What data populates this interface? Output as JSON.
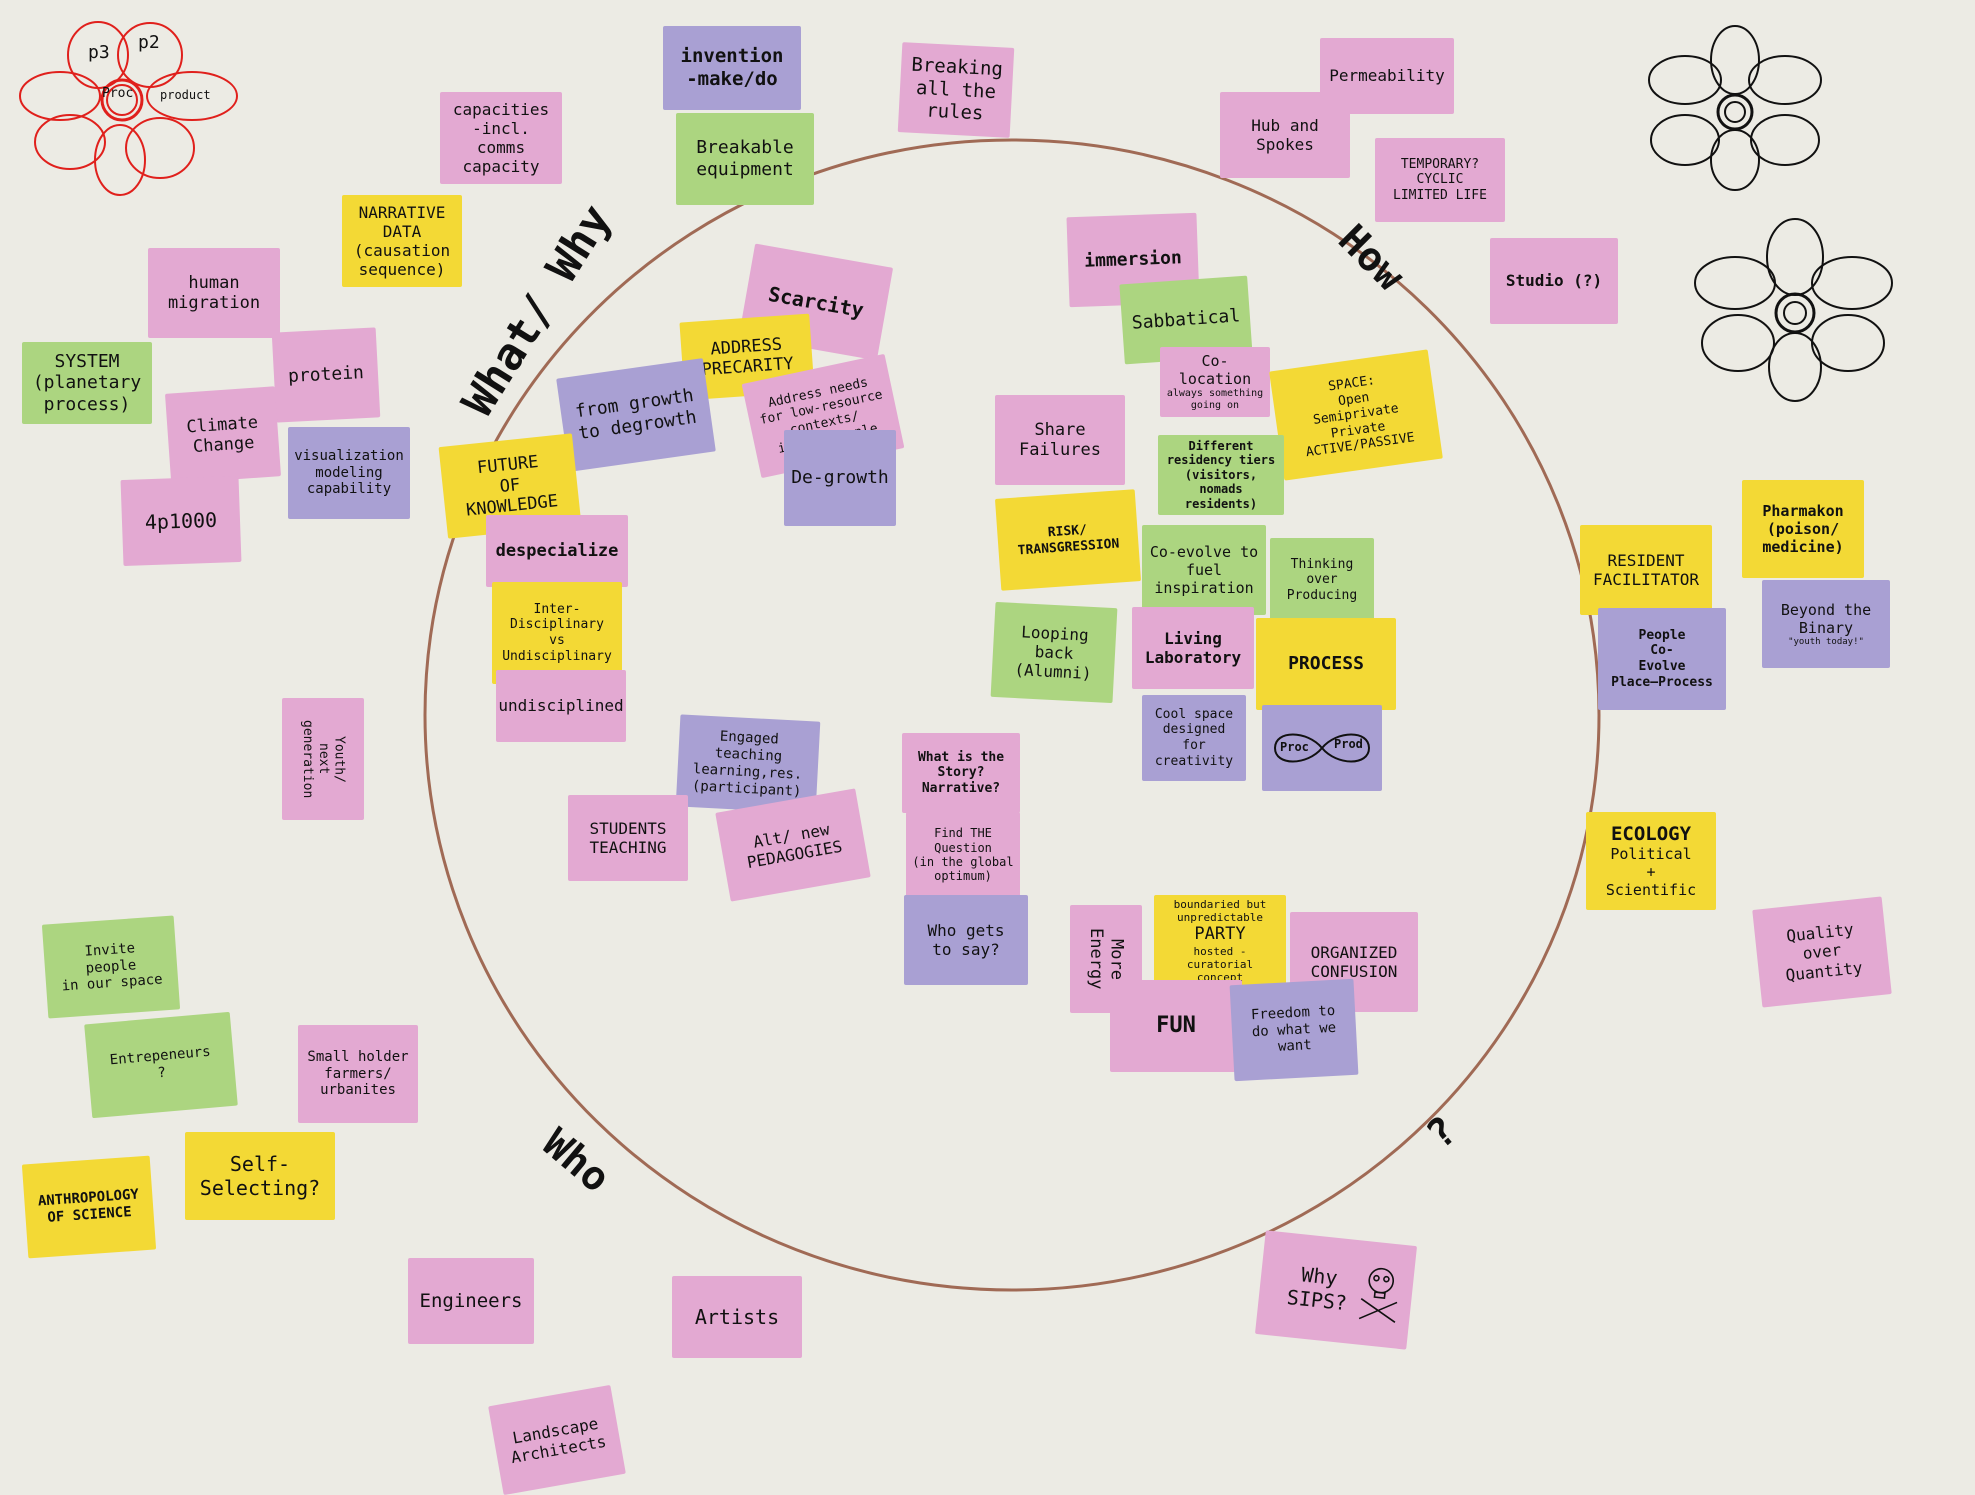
{
  "headings": {
    "what_why": "What/ Why",
    "how": "How",
    "who": "Who",
    "question": "?"
  },
  "doodle": {
    "p3": "p3",
    "p2": "p2",
    "proc": "Proc",
    "product": "product"
  },
  "notes": {
    "invention": "invention\n-make/do",
    "breaking": "Breaking\nall the\nrules",
    "breakable": "Breakable\nequipment",
    "capacities": "capacities\n-incl.\ncomms\ncapacity",
    "narrative_data": "NARRATIVE\nDATA\n(causation\nsequence)",
    "human_migration": "human\nmigration",
    "system": "SYSTEM\n(planetary\nprocess)",
    "protein": "protein",
    "climate": "Climate\nChange",
    "visualization": "visualization\nmodeling\ncapability",
    "p4p1000": "4p1000",
    "youth": "Youth/\nnext generation",
    "invite": "Invite\npeople\nin our space",
    "entrepreneurs": "Entrepeneurs\n?",
    "smallholder": "Small holder\nfarmers/\nurbanites",
    "anthropology": "ANTHROPOLOGY\nOF SCIENCE",
    "self_selecting": "Self-\nSelecting?",
    "engineers": "Engineers",
    "artists": "Artists",
    "landscape": "Landscape\nArchitects",
    "scarcity": "Scarcity",
    "address_precarity": "ADDRESS\nPRECARITY",
    "address_needs": "Address needs\nfor low-resource\ncontexts/\nissues people",
    "degrowth_note": "De-growth",
    "growth": "from growth\nto degrowth",
    "future_knowledge": "FUTURE\nOF\nKNOWLEDGE",
    "despecialize": "despecialize",
    "interdisciplinary": "Inter-\nDisciplinary\nvs\nUndisciplinary",
    "undisciplined": "undisciplined",
    "engaged": "Engaged teaching\nlearning,res.\n(participant)",
    "students": "STUDENTS\nTEACHING",
    "alt": "Alt/ new\nPEDAGOGIES",
    "story": "What is the\nStory?\nNarrative?",
    "find": "Find THE\nQuestion\n(in the global\noptimum)",
    "who_gets": "Who gets\nto say?",
    "permeability": "Permeability",
    "hub": "Hub and\nSpokes",
    "temporary": "TEMPORARY?\nCYCLIC\nLIMITED LIFE",
    "studio": "Studio (?)",
    "immersion": "immersion",
    "sabbatical": "Sabbatical",
    "colocation": "Co-location",
    "colocation_sub": "always something\ngoing on",
    "space": "SPACE:\nOpen\nSemiprivate\nPrivate\nACTIVE/PASSIVE",
    "share_failures": "Share\nFailures",
    "residency": "Different\nresidency tiers\n(visitors, nomads\nresidents)",
    "risk": "RISK/\nTRANSGRESSION",
    "coevolve": "Co-evolve to\nfuel\ninspiration",
    "thinking": "Thinking\nover\nProducing",
    "looping": "Looping back\n(Alumni)",
    "living_lab": "Living\nLaboratory",
    "process": "PROCESS",
    "cool_space": "Cool space\ndesigned for\ncreativity",
    "proc": "Proc",
    "prod": "Prod",
    "more_energy": "More\nEnergy",
    "party_top": "boundaried but\nunpredictable",
    "party": "PARTY",
    "party_bottom": "hosted - curatorial\nconcept",
    "organized": "ORGANIZED\nCONFUSION",
    "fun": "FUN",
    "freedom": "Freedom to\ndo what we\nwant",
    "why_sips": "Why\nSIPS?",
    "resident_facilitator": "RESIDENT\nFACILITATOR",
    "pharmakon": "Pharmakon\n(poison/\nmedicine)",
    "people_coevolve": "People\nCo-\nEvolve\nPlace—Process",
    "beyond_binary": "Beyond the\nBinary",
    "beyond_sub": "\"youth today!\"",
    "ecology": "ECOLOGY",
    "ecology_sub": "Political\n+\nScientific",
    "quality": "Quality\nover\nQuantity"
  },
  "colors": {
    "pink": "#e3a9d2",
    "yellow": "#f3d935",
    "green": "#acd580",
    "purple": "#a9a0d3",
    "circle": "#a06a55",
    "doodle_red": "#e0201c"
  }
}
